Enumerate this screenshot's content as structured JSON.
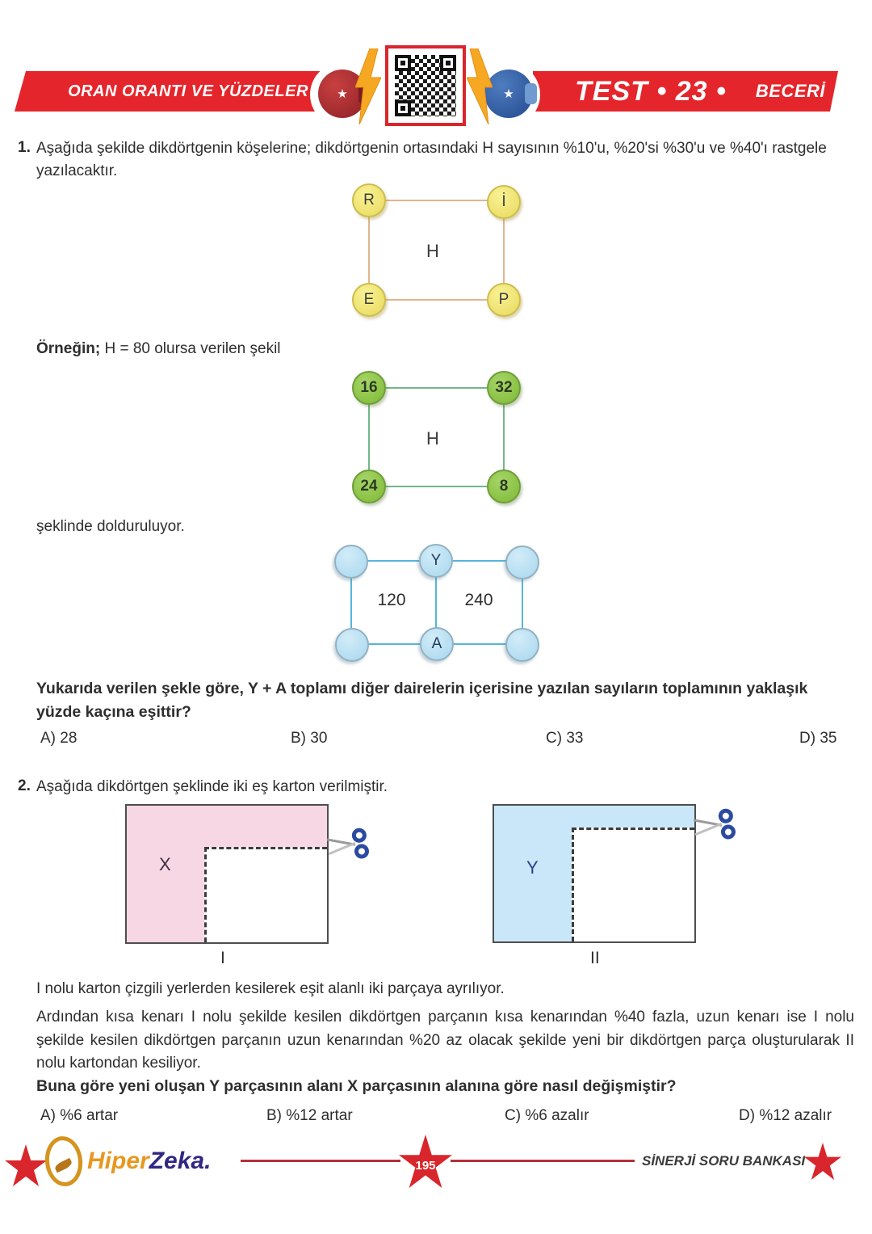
{
  "colors": {
    "header_red": "#e4252b",
    "yellow_circle": "#efe06a",
    "green_circle": "#8cc63f",
    "blue_circle": "#b3dcf0",
    "pink_card": "#f8d7e4",
    "blue_card": "#c9e7f8",
    "footer_red": "#d8262c"
  },
  "header": {
    "topic": "ORAN ORANTI VE YÜZDELER",
    "test_title": "TEST • 23 •",
    "badge": "BECERİ"
  },
  "q1": {
    "number": "1.",
    "intro": "Aşağıda şekilde dikdörtgenin köşelerine; dikdörtgenin ortasındaki H sayısının %10'u, %20'si %30'u ve %40'ı rastgele yazılacaktır.",
    "example_lead": "Örneğin;",
    "example_text": " H = 80 olursa verilen şekil",
    "after_note": "şeklinde dolduruluyor.",
    "stem": "Yukarıda verilen şekle göre, Y + A toplamı diğer dairelerin içerisine yazılan sayıların toplamının yaklaşık yüzde kaçına eşittir?",
    "options": [
      {
        "label": "A)",
        "text": "28"
      },
      {
        "label": "B)",
        "text": "30"
      },
      {
        "label": "C)",
        "text": "33"
      },
      {
        "label": "D)",
        "text": "35"
      }
    ]
  },
  "diagrams": {
    "letters": {
      "tl": "R",
      "tr": "İ",
      "bl": "E",
      "br": "P",
      "center": "H"
    },
    "numbers": {
      "tl": "16",
      "tr": "32",
      "bl": "24",
      "br": "8",
      "center": "H"
    },
    "blue": {
      "top_mid": "Y",
      "bottom_mid": "A",
      "left_val": "120",
      "right_val": "240"
    }
  },
  "q2": {
    "number": "2.",
    "intro": "Aşağıda dikdörtgen şeklinde iki eş karton verilmiştir.",
    "card1_label": "X",
    "card1_caption": "I",
    "card2_label": "Y",
    "card2_caption": "II",
    "note1": "I nolu karton çizgili yerlerden kesilerek eşit alanlı iki parçaya ayrılıyor.",
    "note2": "Ardından kısa kenarı I nolu şekilde kesilen dikdörtgen parçanın kısa kenarından %40 fazla, uzun kenarı ise I nolu şekilde kesilen dikdörtgen parçanın uzun kenarından %20 az olacak şekilde yeni bir dikdörtgen parça oluşturularak II nolu kartondan kesiliyor.",
    "stem": "Buna göre yeni oluşan Y parçasının alanı X parçasının alanına göre nasıl değişmiştir?",
    "options": [
      {
        "label": "A)",
        "text": "%6 artar"
      },
      {
        "label": "B)",
        "text": "%12 artar"
      },
      {
        "label": "C)",
        "text": "%6 azalır"
      },
      {
        "label": "D)",
        "text": "%12 azalır"
      }
    ]
  },
  "footer": {
    "brand_hiper": "Hiper",
    "brand_zeka": "Zeka.",
    "page": "195",
    "publisher": "SİNERJİ SORU BANKASI"
  }
}
